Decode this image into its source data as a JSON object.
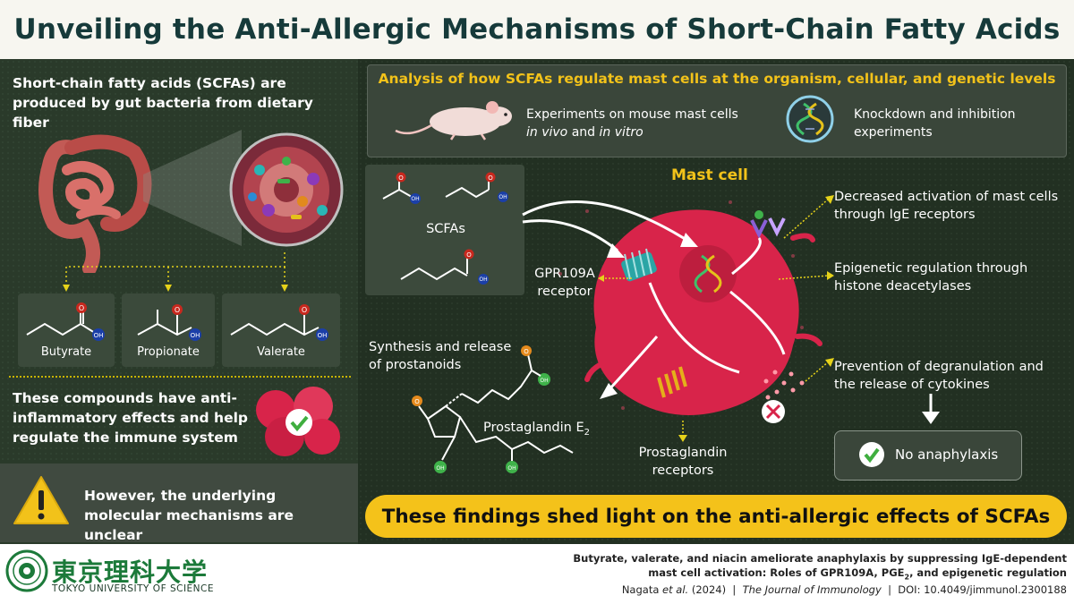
{
  "title": "Unveiling the Anti-Allergic Mechanisms of Short-Chain Fatty Acids",
  "left": {
    "intro": "Short-chain fatty acids (SCFAs) are produced by gut bacteria from dietary fiber",
    "molecules": [
      {
        "label": "Butyrate",
        "o": "O",
        "oh": "OH"
      },
      {
        "label": "Propionate",
        "o": "O",
        "oh": "OH"
      },
      {
        "label": "Valerate",
        "o": "O",
        "oh": "OH"
      }
    ],
    "compounds_text": "These compounds have anti-inflammatory effects and help regulate the immune system",
    "warning_text": "However, the underlying molecular mechanisms are unclear"
  },
  "analysis": {
    "title": "Analysis of how SCFAs regulate mast cells at the organism, cellular, and genetic levels",
    "exp1_line1": "Experiments on mouse mast cells",
    "exp1_line2_italic1": "in vivo",
    "exp1_line2_and": " and ",
    "exp1_line2_italic2": "in vitro",
    "exp2": "Knockdown and inhibition experiments"
  },
  "diagram": {
    "scfas_label": "SCFAs",
    "mast_cell_title": "Mast cell",
    "gpr_label": "GPR109A receptor",
    "synthesis_label": "Synthesis and release of prostanoids",
    "pge2_label": "Prostaglandin E",
    "pge2_sub": "2",
    "pg_receptors_label": "Prostaglandin receptors",
    "effect1": "Decreased activation of mast cells through IgE receptors",
    "effect2": "Epigenetic regulation through histone deacetylases",
    "effect3": "Prevention of degranulation and the release of cytokines",
    "no_anaphylaxis": "No anaphylaxis",
    "atom_o": "O",
    "atom_oh": "OH"
  },
  "findings": "These findings shed light on the anti-allergic effects of SCFAs",
  "footer": {
    "university_jp": "東京理科大学",
    "university_en": "TOKYO UNIVERSITY OF SCIENCE",
    "citation_title_1": "Butyrate, valerate, and niacin ameliorate anaphylaxis by suppressing IgE-dependent",
    "citation_title_2a": "mast cell activation: Roles of GPR109A, PGE",
    "citation_title_2sub": "2",
    "citation_title_2b": ", and epigenetic regulation",
    "authors": "Nagata",
    "et_al": " et al.",
    "year": " (2024)",
    "sep": "  |  ",
    "journal": "The Journal of Immunology",
    "doi": "DOI: 10.4049/jimmunol.2300188"
  },
  "colors": {
    "accent_yellow": "#f2c21a",
    "title_text": "#163a3a",
    "univ_green": "#1c7a3a",
    "mast_cell": "#d8244a"
  }
}
